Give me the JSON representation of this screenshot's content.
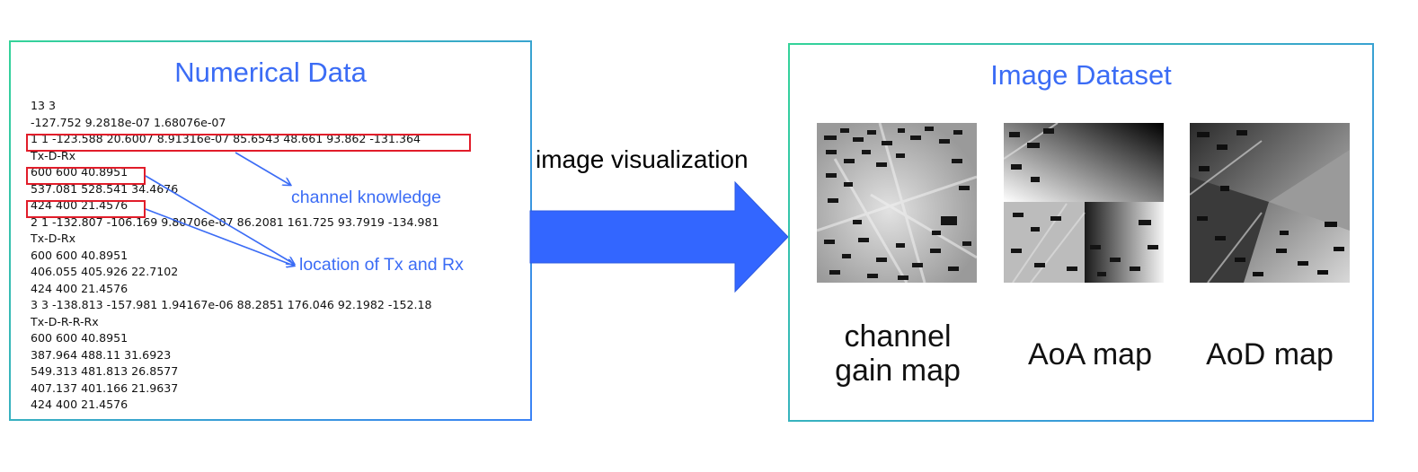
{
  "numerical_panel": {
    "title": "Numerical Data",
    "lines": [
      "13 3",
      "-127.752 9.2818e-07 1.68076e-07",
      "1 1 -123.588 20.6007 8.91316e-07 85.6543 48.661 93.862 -131.364",
      "Tx-D-Rx",
      "600 600 40.8951",
      "537.081 528.541 34.4676",
      "424 400 21.4576",
      "2 1 -132.807 -106.169 9.80706e-07 86.2081 161.725 93.7919 -134.981",
      "Tx-D-Rx",
      "600 600 40.8951",
      "406.055 405.926 22.7102",
      "424 400 21.4576",
      "3 3 -138.813 -157.981 1.94167e-06 88.2851 176.046 92.1982 -152.18",
      "Tx-D-R-R-Rx",
      "600 600 40.8951",
      "387.964 488.11 31.6923",
      "549.313 481.813 26.8577",
      "407.137 401.166 21.9637",
      "424 400 21.4576"
    ],
    "annotations": {
      "channel_knowledge": "channel knowledge",
      "location": "location of Tx and Rx"
    }
  },
  "arrow": {
    "label": "image visualization",
    "color": "#3366ff"
  },
  "image_panel": {
    "title": "Image Dataset",
    "maps": [
      {
        "name": "channel-gain-map",
        "caption_line1": "channel",
        "caption_line2": "gain map"
      },
      {
        "name": "aoa-map",
        "caption_line1": "AoA map",
        "caption_line2": ""
      },
      {
        "name": "aod-map",
        "caption_line1": "AoD map",
        "caption_line2": ""
      }
    ]
  },
  "colors": {
    "title_blue": "#3b6cf5",
    "highlight_red": "#e11d2a",
    "border_green": "#34d399",
    "border_blue": "#3b82f6"
  }
}
